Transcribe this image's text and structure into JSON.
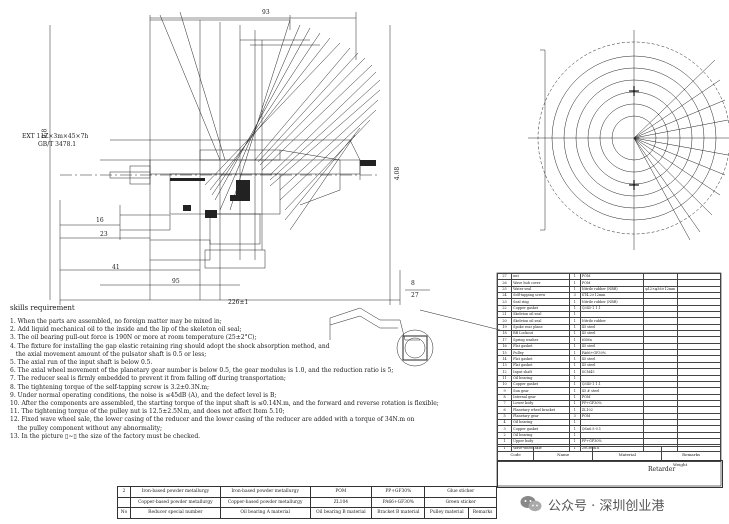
{
  "dims": {
    "d93": "93",
    "d16": "16",
    "d23": "23",
    "d41": "41",
    "d95": "95",
    "d226": "226±1",
    "d8": "8",
    "d27": "27",
    "d9_8": "9.8",
    "d_right": "4.08"
  },
  "callout": {
    "line1": "EXT 11Z×3m×45×7h",
    "line2": "GB/T 3478.1"
  },
  "requirements": {
    "title": "skills requirement",
    "items": [
      "1. When the parts are assembled, no foreign matter may be mixed in;",
      "2. Add liquid mechanical oil to the inside and the lip of the skeleton oil seal;",
      "3. The oil bearing pull-out force is 190N or more at room temperature (25±2°C);",
      "4. The fixture for installing the gap elastic retaining ring should adopt the shock absorption method, and",
      "   the axial movement amount of the pulsator shaft is 0.5 or less;",
      "5. The axial run of the input shaft is below 0.5.",
      "6. The axial wheel movement of the planetary gear number is below 0.5, the gear modulus is 1.0, and the reduction ratio is 5;",
      "7. The reducer seal is firmly embedded to prevent it from falling off during transportation;",
      "8. The tightening torque of the self-tapping screw is 3.2±0.3N.m;",
      "9. Under normal operating conditions, the noise is ≤45dB (A), and the defect level is B;",
      "10. After the components are assembled, the starting torque of the input shaft is ≤0.14N.m, and the forward and reverse rotation is flexible;",
      "11. The tightening torque of the pulley nut is 12.5±2.5N.m, and does not affect Item 5.10;",
      "12. Fixed wave wheel sale, the lower casing of the reducer and the lower casing of the reducer are added with a torque of 34N.m on",
      "    the pulley component without any abnormality;",
      "13. In the picture ▯~▯ the size of the factory must be checked."
    ]
  },
  "bom": {
    "rows": [
      [
        "27",
        "nut",
        "1",
        "POM",
        "",
        ""
      ],
      [
        "26",
        "Wave hub cover",
        "1",
        "POM",
        "",
        ""
      ],
      [
        "25",
        "Water seal",
        "1",
        "Nitrile rubber (NBR)",
        "φ12×φ36×12mm",
        ""
      ],
      [
        "24",
        "Self-tapping screw",
        "3",
        "ST4.2×12mm",
        "",
        ""
      ],
      [
        "23",
        "Seal ring",
        "1",
        "Nitrile rubber (NBR)",
        "",
        ""
      ],
      [
        "22",
        "Copper gasket",
        "1",
        "Q345-1 1.1",
        "",
        ""
      ],
      [
        "21",
        "Skeleton oil seal",
        "1",
        "",
        "",
        ""
      ],
      [
        "20",
        "Skeleton oil seal",
        "1",
        "Nitrile rubber",
        "",
        ""
      ],
      [
        "19",
        "Spoke rear plane",
        "1",
        "45 steel",
        "",
        ""
      ],
      [
        "18",
        "BB Lockout",
        "1",
        "45 steel",
        "",
        ""
      ],
      [
        "17",
        "Spring washer",
        "1",
        "65Mn",
        "",
        ""
      ],
      [
        "16",
        "Flat gasket",
        "1",
        "45 steel",
        "",
        ""
      ],
      [
        "15",
        "Pulley",
        "1",
        "PA66+GF30%",
        "",
        ""
      ],
      [
        "14",
        "Flat gasket",
        "1",
        "45 steel",
        "",
        ""
      ],
      [
        "13",
        "Flat gasket",
        "1",
        "45 steel",
        "",
        ""
      ],
      [
        "12",
        "Input shaft",
        "1",
        "SCM45",
        "",
        ""
      ],
      [
        "11",
        "Oil bearing",
        "1",
        "",
        "",
        ""
      ],
      [
        "10",
        "Copper gasket",
        "1",
        "Q345-1 1.1",
        "",
        ""
      ],
      [
        "9",
        "Sun gear",
        "1",
        "45 # steel",
        "",
        ""
      ],
      [
        "8",
        "Internal gear",
        "1",
        "POM",
        "",
        ""
      ],
      [
        "7",
        "Lower body",
        "1",
        "PP+GF30%",
        "",
        ""
      ],
      [
        "6",
        "Planetary wheel bracket",
        "1",
        "ZL102",
        "",
        ""
      ],
      [
        "5",
        "Planetary gear",
        "3",
        "POM",
        "",
        ""
      ],
      [
        "4",
        "Oil bearing",
        "1",
        "",
        "",
        ""
      ],
      [
        "3",
        "Copper gasket",
        "1",
        "QSn6.5-0.1",
        "",
        ""
      ],
      [
        "2",
        "Oil bearing",
        "1",
        "",
        "",
        ""
      ],
      [
        "1",
        "Upper body",
        "1",
        "PP+GF30%",
        "",
        ""
      ],
      [
        "1",
        "Wave-wheel axle",
        "1",
        "20CrMnTi",
        "",
        ""
      ]
    ],
    "header": [
      "Code",
      "Name",
      "Material",
      "Remarks"
    ],
    "weight_label": "Weight",
    "product_name": "Retarder"
  },
  "bottom_table": {
    "rows": [
      [
        "2",
        "Iron-based powder metallurgy",
        "Iron-based powder metallurgy",
        "POM",
        "PP+GF30%",
        "Glue sticker"
      ],
      [
        "",
        "Copper-based powder metallurgy",
        "Copper-based powder metallurgy",
        "ZL104",
        "PA66+GF30%",
        "Green sticker"
      ],
      [
        "No",
        "Reducer special number",
        "Oil bearing A material",
        "Oil bearing B material",
        "Bracket B material",
        "Pulley material",
        "Remarks"
      ]
    ]
  },
  "watermark": {
    "text": "公众号 · 深圳创业港"
  }
}
